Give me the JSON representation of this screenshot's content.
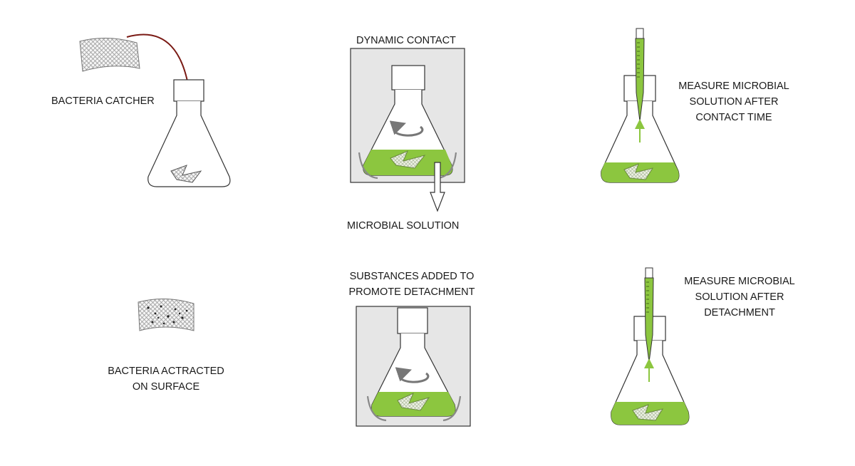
{
  "labels": {
    "bacteria_catcher": "BACTERIA CATCHER",
    "dynamic_contact": "DYNAMIC CONTACT",
    "microbial_solution": "MICROBIAL SOLUTION",
    "measure_contact": [
      "MEASURE MICROBIAL",
      "SOLUTION AFTER",
      "CONTACT TIME"
    ],
    "bacteria_attracted": [
      "BACTERIA ACTRACTED",
      "ON SURFACE"
    ],
    "substances_added": [
      "SUBSTANCES  ADDED TO",
      "PROMOTE DETACHMENT"
    ],
    "measure_detachment": [
      "MEASURE MICROBIAL",
      "SOLUTION AFTER",
      "DETACHMENT"
    ]
  },
  "colors": {
    "liquid": "#8cc63f",
    "box_fill": "#e6e6e6",
    "arrow_curve": "#7a1a14",
    "outline": "#333333",
    "swirl": "#777777"
  }
}
